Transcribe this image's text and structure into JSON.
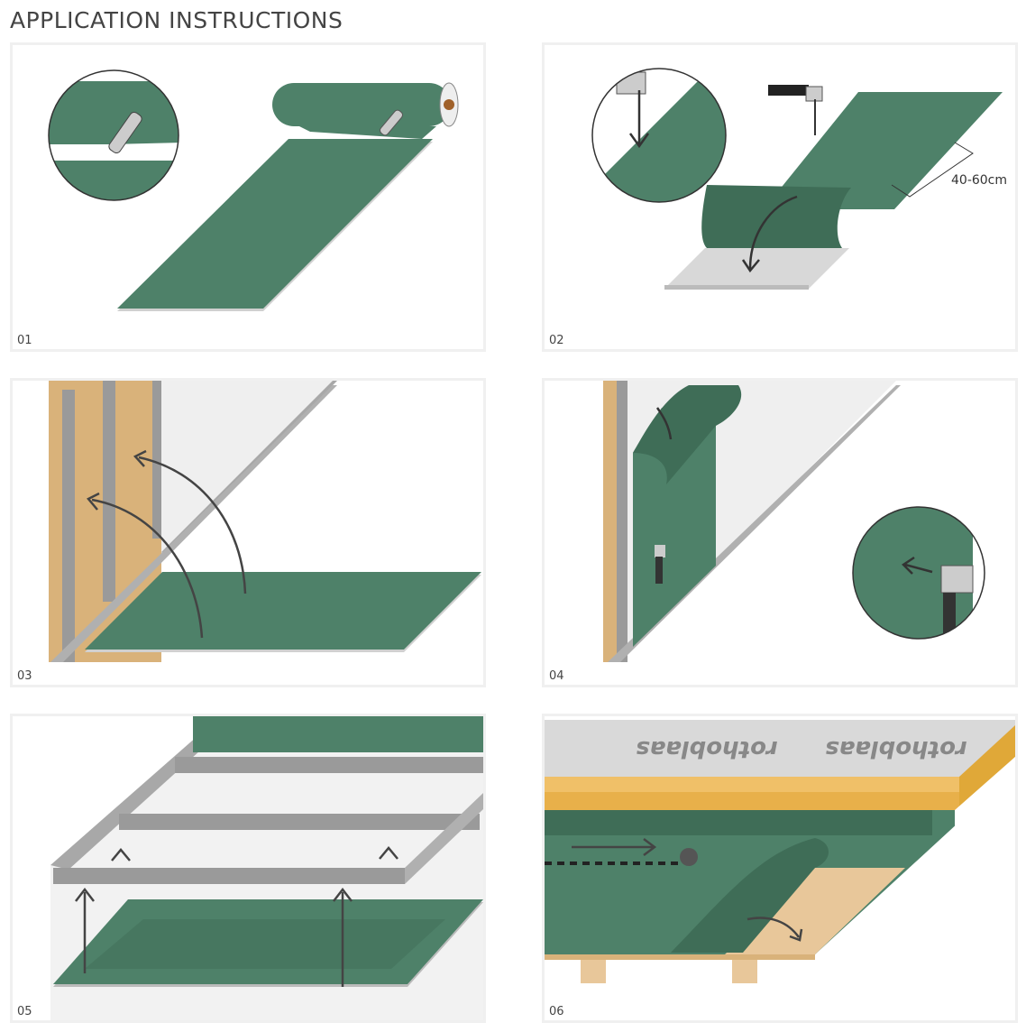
{
  "title": "APPLICATION INSTRUCTIONS",
  "steps": [
    {
      "number": "01"
    },
    {
      "number": "02",
      "dimension_label": "40-60cm"
    },
    {
      "number": "03"
    },
    {
      "number": "04"
    },
    {
      "number": "05"
    },
    {
      "number": "06",
      "brand_text": "rothoblaas"
    }
  ],
  "colors": {
    "membrane": "#4e8169",
    "membrane_dark": "#3f6d57",
    "osb": "#d9b27a",
    "insulation": "#e8b04a",
    "frame": "#9a9a9a"
  }
}
